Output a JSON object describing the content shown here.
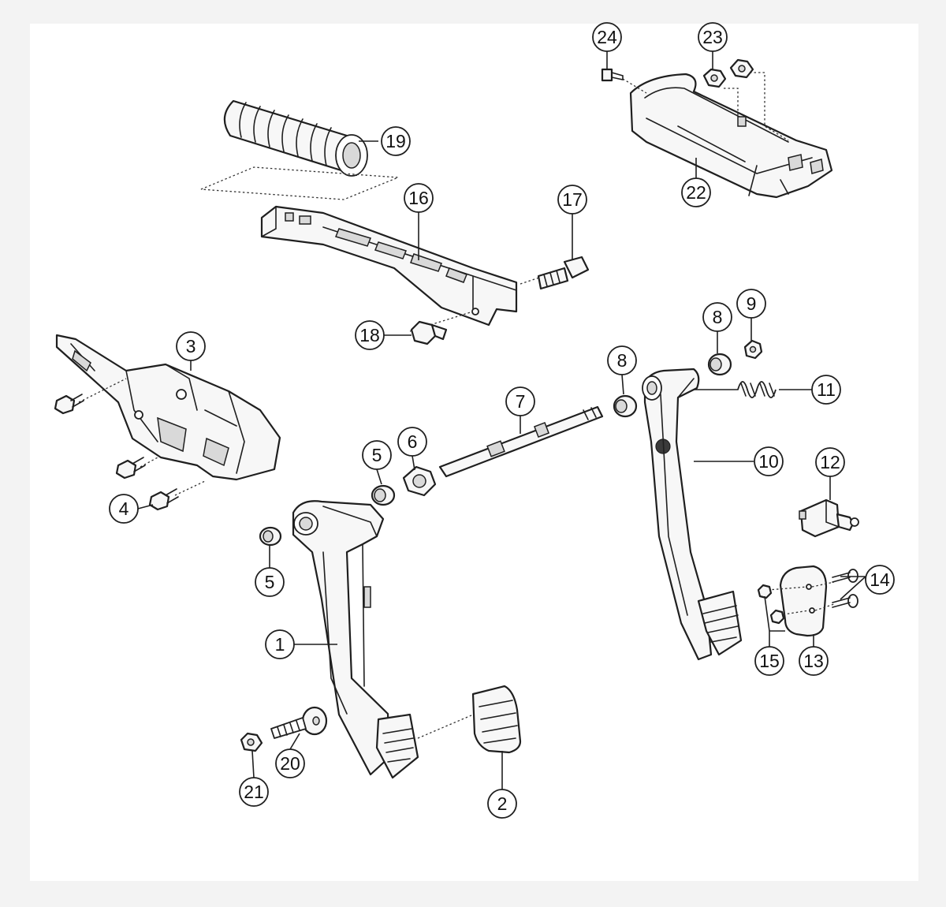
{
  "diagram": {
    "callouts": [
      {
        "id": "c1",
        "label": "1"
      },
      {
        "id": "c2",
        "label": "2"
      },
      {
        "id": "c3",
        "label": "3"
      },
      {
        "id": "c4",
        "label": "4"
      },
      {
        "id": "c5a",
        "label": "5"
      },
      {
        "id": "c5b",
        "label": "5"
      },
      {
        "id": "c6",
        "label": "6"
      },
      {
        "id": "c7",
        "label": "7"
      },
      {
        "id": "c8a",
        "label": "8"
      },
      {
        "id": "c8b",
        "label": "8"
      },
      {
        "id": "c9",
        "label": "9"
      },
      {
        "id": "c10",
        "label": "10"
      },
      {
        "id": "c11",
        "label": "11"
      },
      {
        "id": "c12",
        "label": "12"
      },
      {
        "id": "c13",
        "label": "13"
      },
      {
        "id": "c14",
        "label": "14"
      },
      {
        "id": "c15",
        "label": "15"
      },
      {
        "id": "c16",
        "label": "16"
      },
      {
        "id": "c17",
        "label": "17"
      },
      {
        "id": "c18",
        "label": "18"
      },
      {
        "id": "c19",
        "label": "19"
      },
      {
        "id": "c20",
        "label": "20"
      },
      {
        "id": "c21",
        "label": "21"
      },
      {
        "id": "c22",
        "label": "22"
      },
      {
        "id": "c23",
        "label": "23"
      },
      {
        "id": "c24",
        "label": "24"
      }
    ]
  }
}
